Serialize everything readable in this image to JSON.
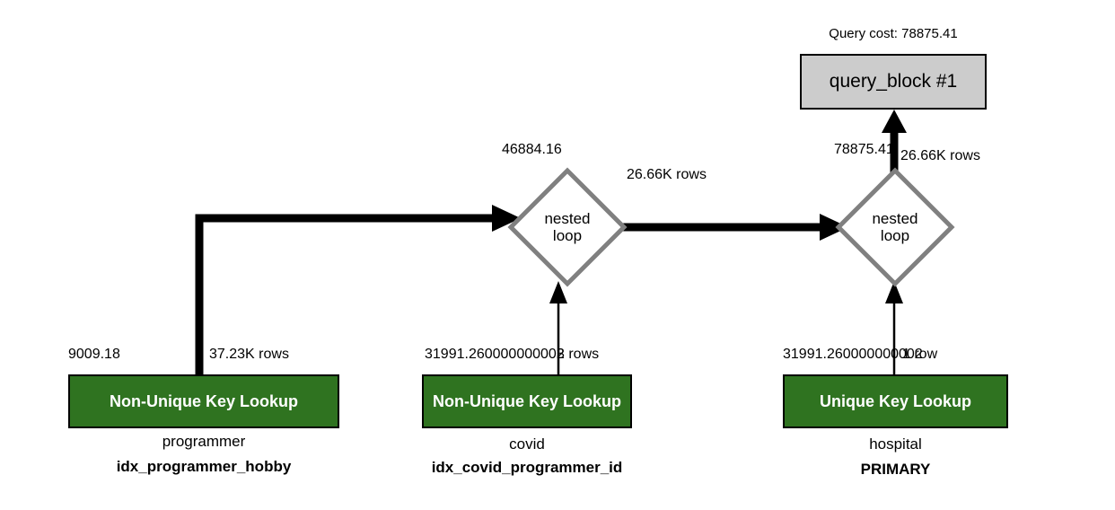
{
  "diagram": {
    "type": "mysql-visual-explain-query-plan",
    "query_block": {
      "cost_label": "Query cost: 78875.41",
      "title": "query_block #1"
    },
    "nodes": [
      {
        "id": "nested-loop-1",
        "shape": "diamond",
        "line1": "nested",
        "line2": "loop",
        "cost": "46884.16",
        "out_rows": "26.66K rows"
      },
      {
        "id": "nested-loop-2",
        "shape": "diamond",
        "line1": "nested",
        "line2": "loop",
        "cost": "78875.41",
        "out_rows": "26.66K rows"
      },
      {
        "id": "lookup-programmer",
        "shape": "box",
        "title": "Non-Unique Key Lookup",
        "table": "programmer",
        "index": "idx_programmer_hobby",
        "cost": "9009.18",
        "rows": "37.23K rows"
      },
      {
        "id": "lookup-covid",
        "shape": "box",
        "title": "Non-Unique Key Lookup",
        "table": "covid",
        "index": "idx_covid_programmer_id",
        "cost": "31991.260000000002",
        "rows": "3 rows"
      },
      {
        "id": "lookup-hospital",
        "shape": "box",
        "title": "Unique Key Lookup",
        "table": "hospital",
        "index": "PRIMARY",
        "cost": "31991.260000000002",
        "rows": "1 row"
      }
    ],
    "colors": {
      "lookup_fill": "#2f7320",
      "lookup_text": "#ffffff",
      "query_block_fill": "#cccccc",
      "diamond_stroke": "#808080",
      "diamond_fill": "#ffffff",
      "edge": "#000000",
      "background": "#ffffff"
    }
  }
}
